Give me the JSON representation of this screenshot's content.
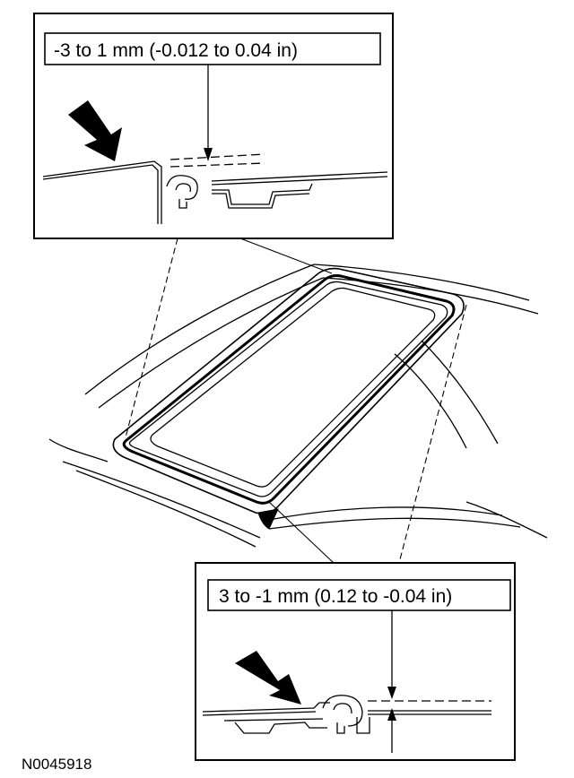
{
  "diagram": {
    "top_callout": {
      "label": "-3 to 1 mm (-0.012 to 0.04 in)"
    },
    "bottom_callout": {
      "label": "3 to -1 mm (0.12 to -0.04 in)"
    },
    "figure_id": "N0045918"
  },
  "colors": {
    "ink": "#000000",
    "paper": "#ffffff"
  },
  "icons": [
    "arrow-icon"
  ]
}
